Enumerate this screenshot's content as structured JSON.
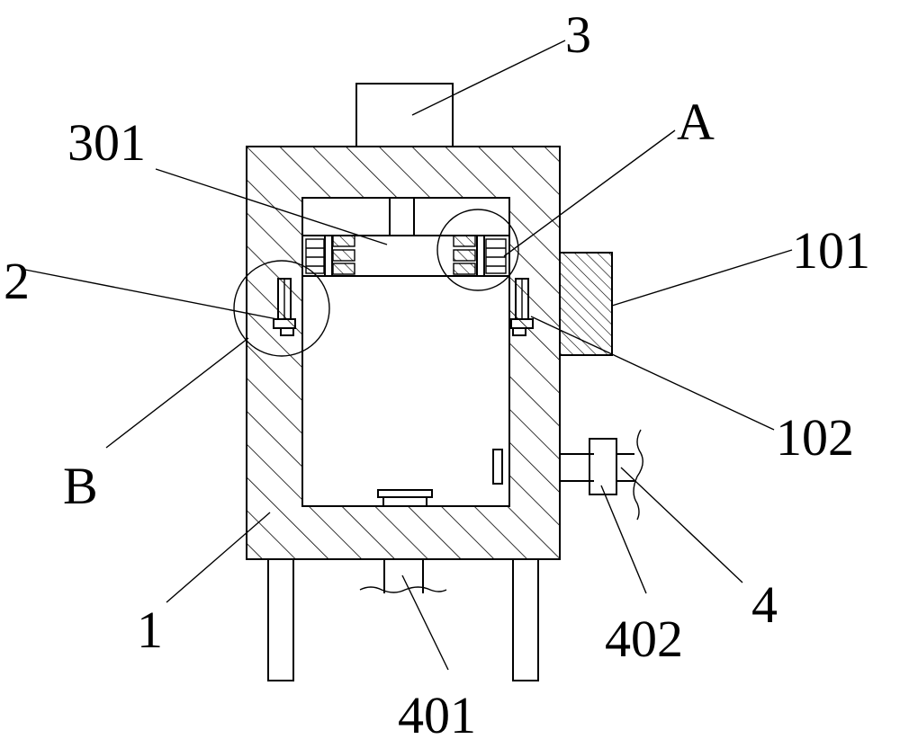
{
  "diagram": {
    "labels": {
      "part_3": "3",
      "part_301": "301",
      "part_A": "A",
      "part_101": "101",
      "part_2": "2",
      "part_102": "102",
      "part_B": "B",
      "part_1": "1",
      "part_4": "4",
      "part_402": "402",
      "part_401": "401"
    },
    "colors": {
      "line": "#000000",
      "background": "#ffffff"
    }
  }
}
